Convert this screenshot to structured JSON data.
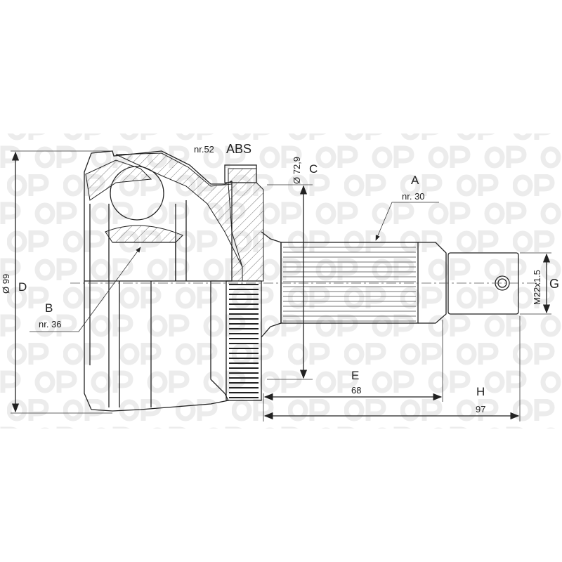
{
  "watermark": "OP",
  "labels": {
    "abs_nr": "nr.52",
    "abs": "ABS",
    "c_dim": "Ø 72,9",
    "c": "C",
    "a": "A",
    "a_nr": "nr. 30",
    "d_dim": "Ø 99",
    "d": "D",
    "b": "B",
    "b_nr": "nr. 36",
    "e": "E",
    "e_dim": "68",
    "h": "H",
    "h_dim": "97",
    "g_dim": "M22x1.5",
    "g": "G"
  }
}
